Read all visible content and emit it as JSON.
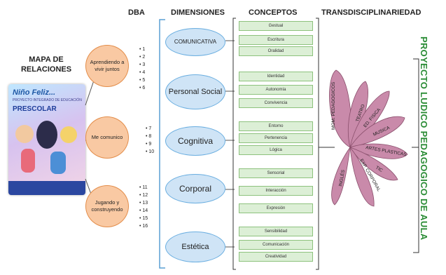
{
  "headers": {
    "dba": "DBA",
    "dimensiones": "DIMENSIONES",
    "conceptos": "CONCEPTOS",
    "transdisciplinariedad": "TRANSDISCIPLINARIEDAD"
  },
  "mapa_title_line1": "MAPA DE",
  "mapa_title_line2": "RELACIONES",
  "cover": {
    "title": "Niño Feliz...",
    "subtitle": "PRESCOLAR",
    "small_text": "PROYECTO INTEGRADO DE EDUCACIÓN"
  },
  "aprendizajes": [
    {
      "label": "Aprendiendo a vivir juntos",
      "dba": [
        "1",
        "2",
        "3",
        "4",
        "5",
        "6"
      ]
    },
    {
      "label": "Me comunico",
      "dba": [
        "7",
        "8",
        "9",
        "10"
      ]
    },
    {
      "label": "Jugando y construyendo",
      "dba": [
        "11",
        "12",
        "13",
        "14",
        "15",
        "16"
      ]
    }
  ],
  "dimensiones": [
    "COMUNICATIVA",
    "Personal Social",
    "Cognitiva",
    "Corporal",
    "Estética"
  ],
  "conceptos": [
    [
      "Gestual",
      "Escritura",
      "Oralidad"
    ],
    [
      "Identidad",
      "Autonomía",
      "Convivencia"
    ],
    [
      "Entorno",
      "Pertenencia",
      "Lógica"
    ],
    [
      "Sensorial",
      "Interacción",
      "Expresión"
    ],
    [
      "Sensibilidad",
      "Comunicación",
      "Creatividad"
    ]
  ],
  "petals": [
    "INGLÉS",
    "MOM. PEDAGOGICOS",
    "TEATRO",
    "ED. FISICA",
    "MUSICA",
    "ARTES PLASTICAS",
    "TIC",
    "EXP. CORPORAL"
  ],
  "proyecto": "PROYECTO LUDICO PEDAGOGICO DE AULA",
  "colors": {
    "orange_fill": "#f9c9a3",
    "blue_fill": "#cfe4f6",
    "green_box": "#dcefd6",
    "petal_fill": "#c98aaa",
    "proyecto_text": "#2a8c35"
  }
}
